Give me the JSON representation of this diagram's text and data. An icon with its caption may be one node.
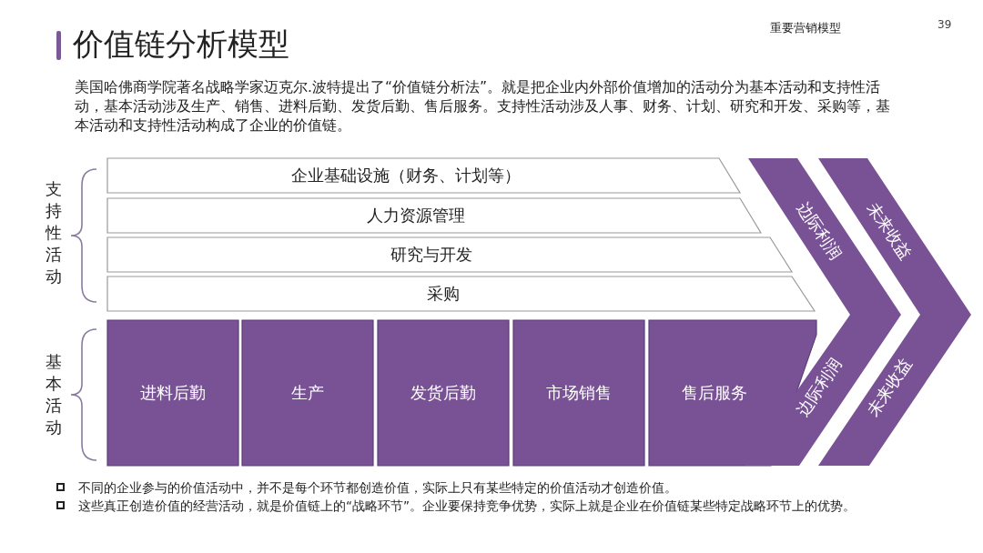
{
  "diagram": {
    "title": "价值链分析模型",
    "nodes": [
      {
        "text": [
          "企业基础设施（财务、计划等）"
        ]
      },
      {
        "text": [
          "人力资源管理"
        ]
      },
      {
        "text": [
          "研究与开发"
        ]
      },
      {
        "text": [
          "采购"
        ]
      },
      {
        "text": [
          "进料后勤"
        ]
      },
      {
        "text": [
          "生产"
        ]
      },
      {
        "text": [
          "发货后勤"
        ]
      },
      {
        "text": [
          "市场销售"
        ]
      },
      {
        "text": [
          "售后服务"
        ]
      },
      {
        "text": [
          "边际利润",
          "边际利润"
        ]
      },
      {
        "text": [
          "未来收益",
          "未来收益"
        ]
      }
    ],
    "labels": [
      "重要营销模型",
      "39",
      "美国哈佛商学院著名战略学家迈克尔.波特提出了“价值链分析法”。就是把企业内外部价值增加的活动分为基本活动和支持性活动，基本活动涉及生产、销售、进料后勤、发货后勤、售后服务。支持性活动涉及人事、财务、计划、研究和开发、采购等，基本活动和支持性活动构成了企业的价值链。",
      "支持性活动",
      "基本活动",
      "不同的企业参与的价值活动中，并不是每个环节都创造价值，实际上只有某些特定的价值活动才创造价值。",
      "这些真正创造价值的经营活动，就是价值链上的“战略环节”。企业要保持竞争优势，实际上就是企业在价值链某些特定战略环节上的优势。"
    ]
  }
}
